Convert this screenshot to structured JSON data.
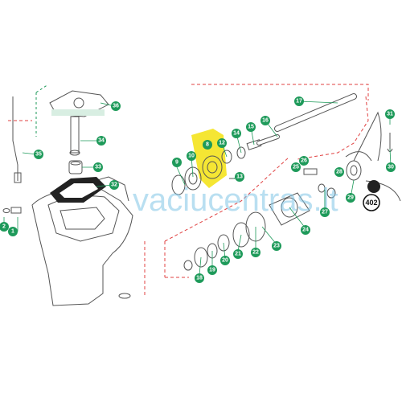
{
  "diagram": {
    "watermark": "vaciucentras.lt",
    "part_number_badge": "402",
    "highlight_color": "#f5e633",
    "callout_color": "#1e9a5a",
    "line_color": "#555555",
    "boundary_color": "#e04040",
    "callouts": [
      "1",
      "2",
      "8",
      "9",
      "10",
      "12",
      "13",
      "14",
      "15",
      "16",
      "17",
      "18",
      "19",
      "20",
      "21",
      "22",
      "23",
      "24",
      "25",
      "26",
      "27",
      "28",
      "29",
      "30",
      "31",
      "32",
      "33",
      "34",
      "35",
      "36"
    ]
  }
}
